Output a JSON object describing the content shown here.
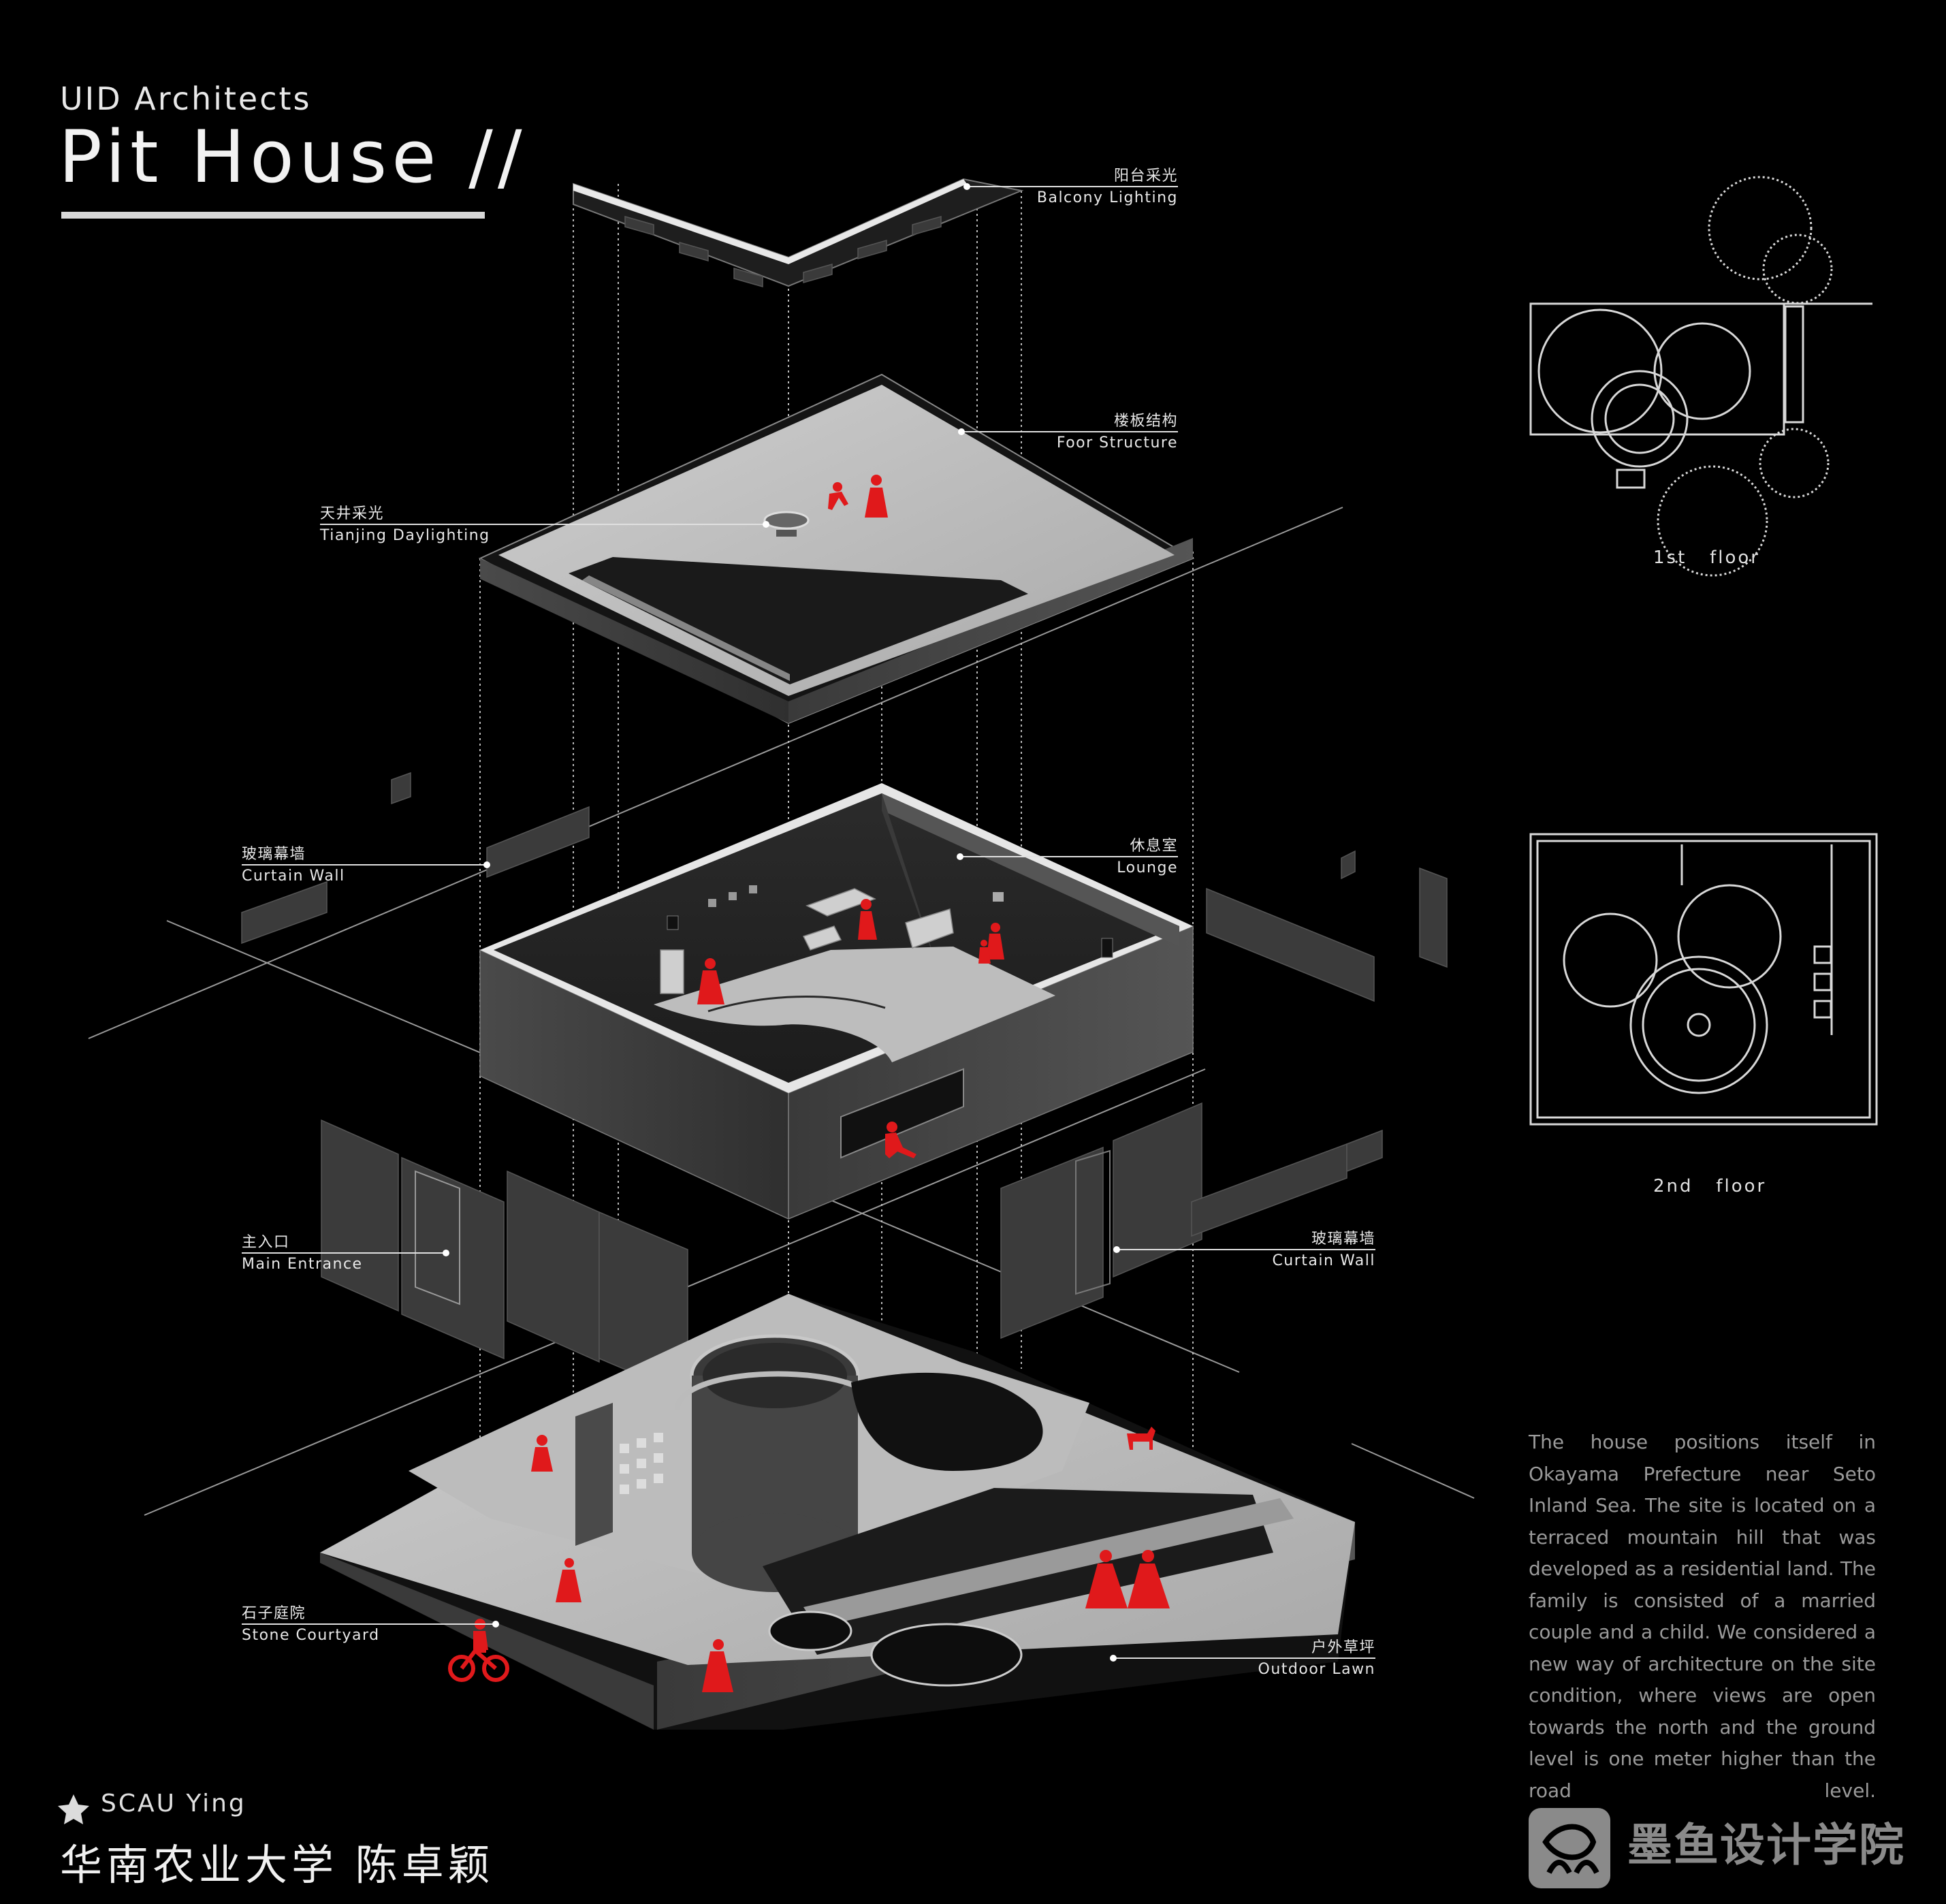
{
  "header": {
    "subtitle": "UID Architects",
    "title": "Pit House //"
  },
  "labels": {
    "balcony": {
      "cn": "阳台采光",
      "en": "Balcony Lighting"
    },
    "floor_structure": {
      "cn": "楼板结构",
      "en": "Foor Structure"
    },
    "tianjing": {
      "cn": "天井采光",
      "en": "Tianjing Daylighting"
    },
    "curtain_wall_left": {
      "cn": "玻璃幕墙",
      "en": "Curtain Wall"
    },
    "lounge": {
      "cn": "休息室",
      "en": "Lounge"
    },
    "main_entrance": {
      "cn": "主入口",
      "en": "Main Entrance"
    },
    "curtain_wall_right": {
      "cn": "玻璃幕墙",
      "en": "Curtain Wall"
    },
    "stone_courtyard": {
      "cn": "石子庭院",
      "en": "Stone Courtyard"
    },
    "outdoor_lawn": {
      "cn": "户外草坪",
      "en": "Outdoor Lawn"
    }
  },
  "plans": {
    "first": "1st   floor",
    "second": "2nd   floor"
  },
  "description": "The house positions itself in Okayama Prefecture near Seto Inland Sea. The site is located on a terraced mountain hill that was developed as a residential land. The family is consisted of a married couple and a child. We considered a new way of architecture on the site condition, where views are open towards the north and the ground level is one meter higher than the road level.",
  "footer": {
    "author_en": "SCAU Ying",
    "author_cn": "华南农业大学 陈卓颖",
    "brand": "墨鱼设计学院"
  },
  "colors": {
    "background": "#000000",
    "accent": "#e0191b",
    "concrete_light": "#bdbdbd",
    "concrete_dark": "#3c3c3c"
  },
  "icons": {
    "star": "star-icon",
    "brand_logo": "brand-logo-icon"
  }
}
